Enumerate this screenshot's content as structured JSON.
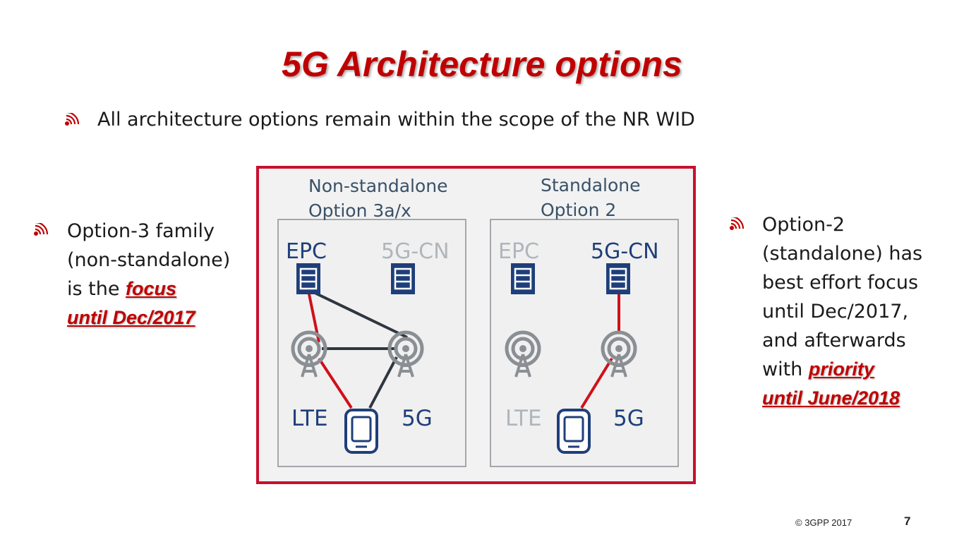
{
  "title": "5G Architecture options",
  "bullet_top": "All architecture options remain within the scope of the NR WID",
  "left_bullet": {
    "lines": [
      "Option-3 family",
      "(non-standalone)",
      "is the "
    ],
    "emph1": "focus",
    "emph2": "until Dec/2017"
  },
  "right_bullet": {
    "lines": [
      "Option-2",
      "(standalone) has",
      "best effort focus",
      "until Dec/2017,",
      "and afterwards",
      "with "
    ],
    "emph1": "priority",
    "emph2": "until June/2018"
  },
  "diagram": {
    "left_panel": {
      "heading1": "Non-standalone",
      "heading2": "Option 3a/x",
      "core1": "EPC",
      "core2": "5G-CN",
      "ran1": "LTE",
      "ran2": "5G"
    },
    "right_panel": {
      "heading1": "Standalone",
      "heading2": "Option 2",
      "core1": "EPC",
      "core2": "5G-CN",
      "ran1": "LTE",
      "ran2": "5G"
    }
  },
  "footer": {
    "copyright": "© 3GPP 2017",
    "page_number": "7"
  },
  "colors": {
    "accent_red": "#c00000",
    "frame_red": "#c8102e",
    "node_blue": "#1f3f7a",
    "gray_text": "#b0b6bb",
    "panel_bg": "#f2f2f2"
  }
}
